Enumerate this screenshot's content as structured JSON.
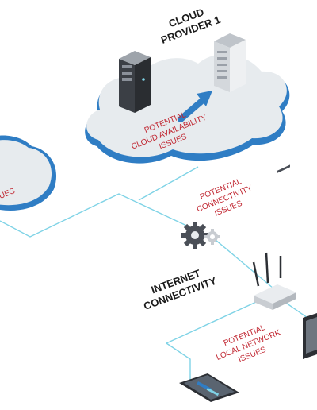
{
  "colors": {
    "connector": "#7fd3e6",
    "cloud_shadow": "#2f7dc4",
    "cloud_body": "#e7ebee",
    "issue_text": "#c0242f",
    "label_text": "#1b1b1b",
    "gear": "#4a4f57"
  },
  "labels": {
    "cloud_provider": [
      "CLOUD",
      "PROVIDER 1"
    ],
    "internet_connectivity": [
      "INTERNET",
      "CONNECTIVITY"
    ],
    "cloud_issues": [
      "POTENTIAL",
      "CLOUD AVAILABILITY",
      "ISSUES"
    ],
    "connectivity_issues": [
      "POTENTIAL",
      "CONNECTIVITY",
      "ISSUES"
    ],
    "local_network_issues": [
      "POTENTIAL",
      "LOCAL NETWORK",
      "ISSUES"
    ],
    "left_cloud_issues_fragment": "UES"
  },
  "icons": [
    "server-icon",
    "gear-icon",
    "router-icon",
    "phone-icon",
    "laptop-icon",
    "arrow-icon"
  ]
}
